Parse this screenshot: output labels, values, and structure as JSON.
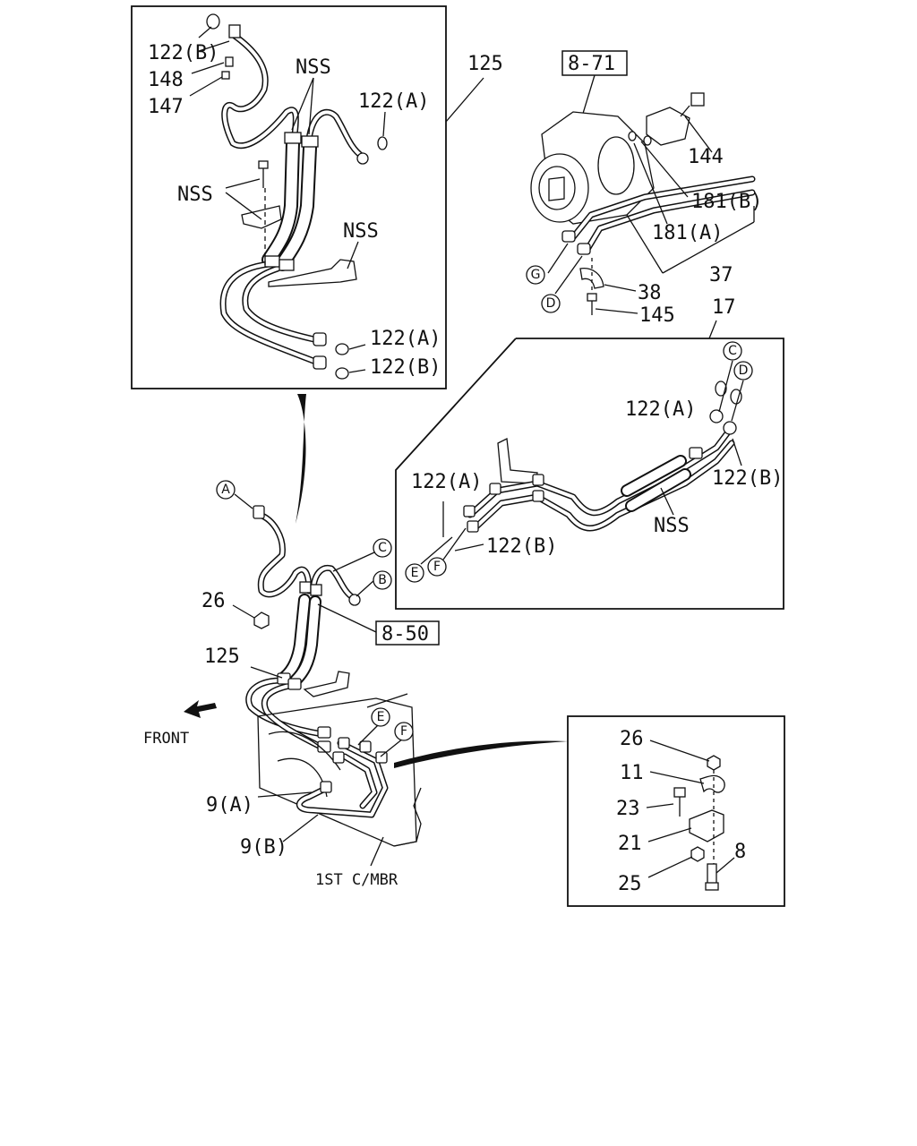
{
  "labels": {
    "top_box": {
      "l122b": "122(B)",
      "l148": "148",
      "l147": "147",
      "nss1": "NSS",
      "l122a": "122(A)",
      "nss2": "NSS",
      "nss3": "NSS",
      "l122a_b": "122(A)",
      "l122b_b": "122(B)"
    },
    "l125_top": "125",
    "compressor": {
      "ref871": "8-71",
      "l144": "144",
      "l181b": "181(B)",
      "l181a": "181(A)",
      "l37": "37",
      "l38": "38",
      "l145": "145",
      "cG": "G",
      "cD": "D"
    },
    "right_box": {
      "l17": "17",
      "cC": "C",
      "cD": "D",
      "l122a": "122(A)",
      "l122b_r": "122(B)",
      "l122a_l": "122(A)",
      "nss": "NSS",
      "l122b": "122(B)",
      "cE": "E",
      "cF": "F"
    },
    "main": {
      "cA": "A",
      "cC": "C",
      "cB": "B",
      "l26": "26",
      "ref850": "8-50",
      "l125": "125",
      "front": "FRONT",
      "cE": "E",
      "cF": "F",
      "l9a": "9(A)",
      "l9b": "9(B)",
      "mbr": "1ST C/MBR"
    },
    "bottom_box": {
      "l26": "26",
      "l11": "11",
      "l23": "23",
      "l21": "21",
      "l8": "8",
      "l25": "25"
    }
  }
}
